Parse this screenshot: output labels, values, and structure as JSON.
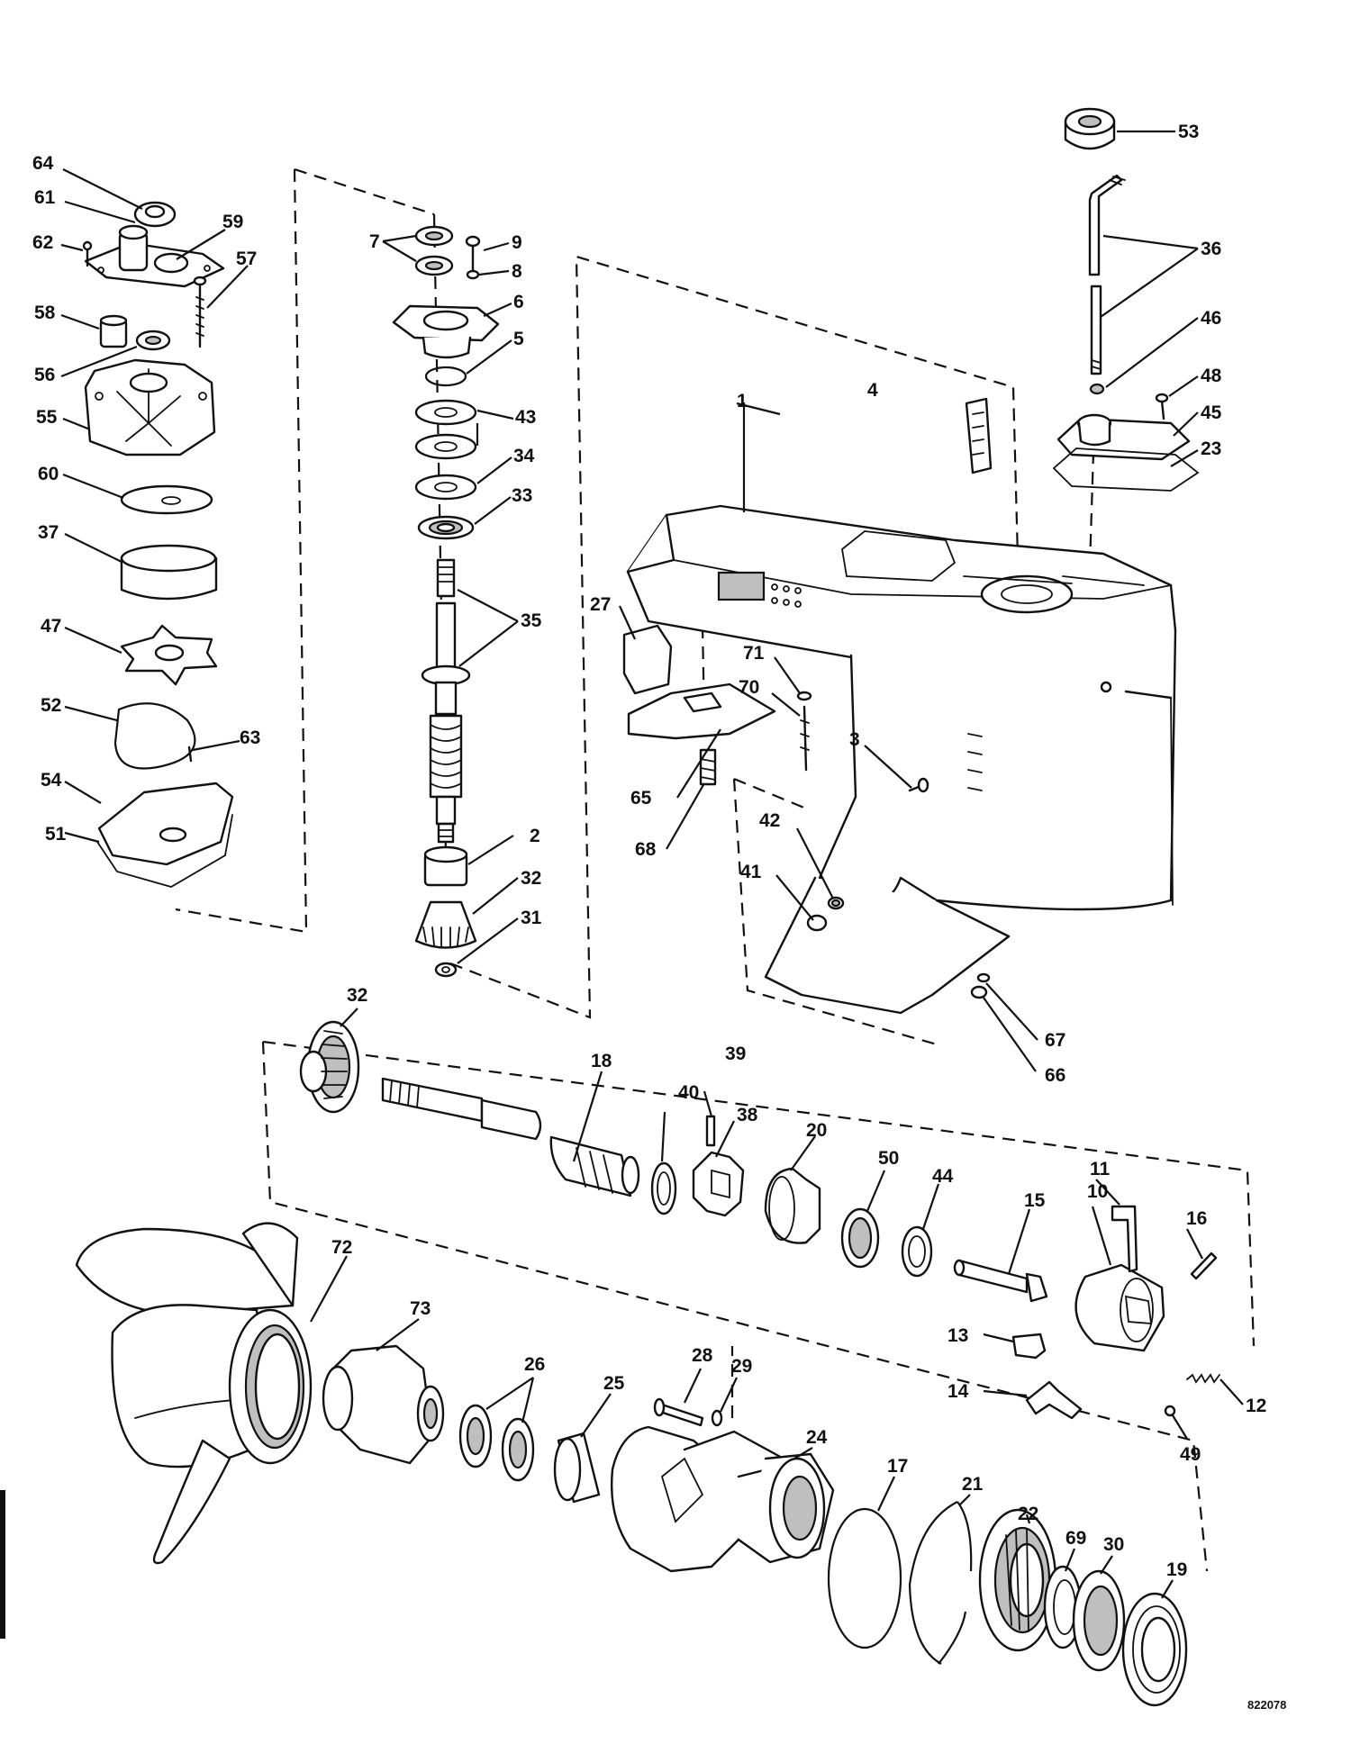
{
  "diagram": {
    "reference_number": "822078",
    "callouts": [
      "1",
      "2",
      "3",
      "4",
      "5",
      "6",
      "7",
      "8",
      "9",
      "10",
      "11",
      "12",
      "13",
      "14",
      "15",
      "16",
      "17",
      "18",
      "19",
      "20",
      "21",
      "22",
      "23",
      "24",
      "25",
      "26",
      "27",
      "28",
      "29",
      "30",
      "31",
      "32",
      "33",
      "34",
      "35",
      "36",
      "37",
      "38",
      "39",
      "40",
      "41",
      "42",
      "43",
      "44",
      "45",
      "46",
      "47",
      "48",
      "49",
      "50",
      "51",
      "52",
      "53",
      "54",
      "55",
      "56",
      "57",
      "58",
      "59",
      "60",
      "61",
      "62",
      "63",
      "64",
      "65",
      "66",
      "67",
      "68",
      "69",
      "70",
      "71",
      "72",
      "73"
    ]
  },
  "colors": {
    "ink": "#111111",
    "background": "#ffffff",
    "shade": "#bfbfbf"
  }
}
